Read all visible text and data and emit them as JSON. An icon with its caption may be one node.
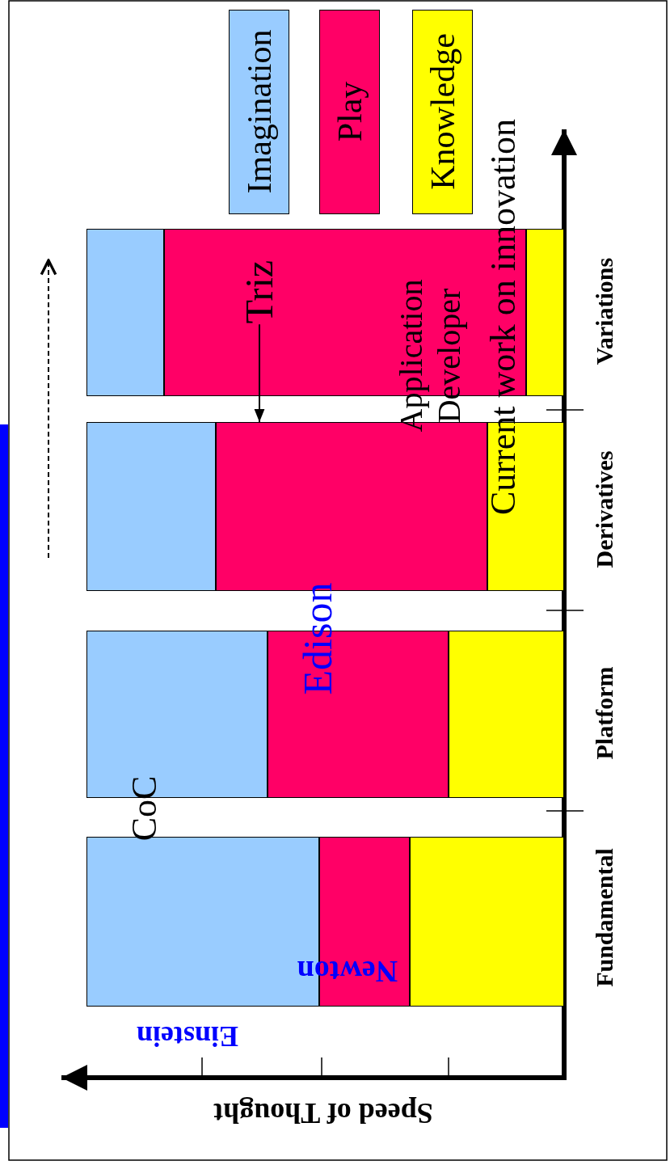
{
  "diagram": {
    "nodes": [
      {
        "text": [],
        "shape": "bar"
      },
      {
        "text": [],
        "shape": "bar"
      },
      {
        "text": [],
        "shape": "bar"
      },
      {
        "text": [],
        "shape": "bar"
      },
      {
        "text": [],
        "shape": "bar"
      },
      {
        "text": [],
        "shape": "bar"
      },
      {
        "text": [],
        "shape": "bar"
      },
      {
        "text": [],
        "shape": "bar"
      },
      {
        "text": [],
        "shape": "bar"
      },
      {
        "text": [],
        "shape": "bar"
      },
      {
        "text": [],
        "shape": "bar"
      },
      {
        "text": [],
        "shape": "bar"
      },
      {
        "text": [
          "Triz"
        ],
        "in": 10
      }
    ],
    "edges": [
      {
        "from": 12,
        "to": 7,
        "arrow": "to"
      }
    ],
    "labels": [
      "Fundamental",
      "Platform",
      "Derivatives",
      "Variations",
      "Speed of Thought",
      "Einstein",
      "Newton",
      "CoC",
      "Edison",
      "Application Developer",
      "Current work on innovation"
    ],
    "legend": [
      {
        "text": "Imagination",
        "color": "#99ccff"
      },
      {
        "text": "Play",
        "color": "#ff0066"
      },
      {
        "text": "Knowledge",
        "color": "#ffff00"
      }
    ]
  }
}
